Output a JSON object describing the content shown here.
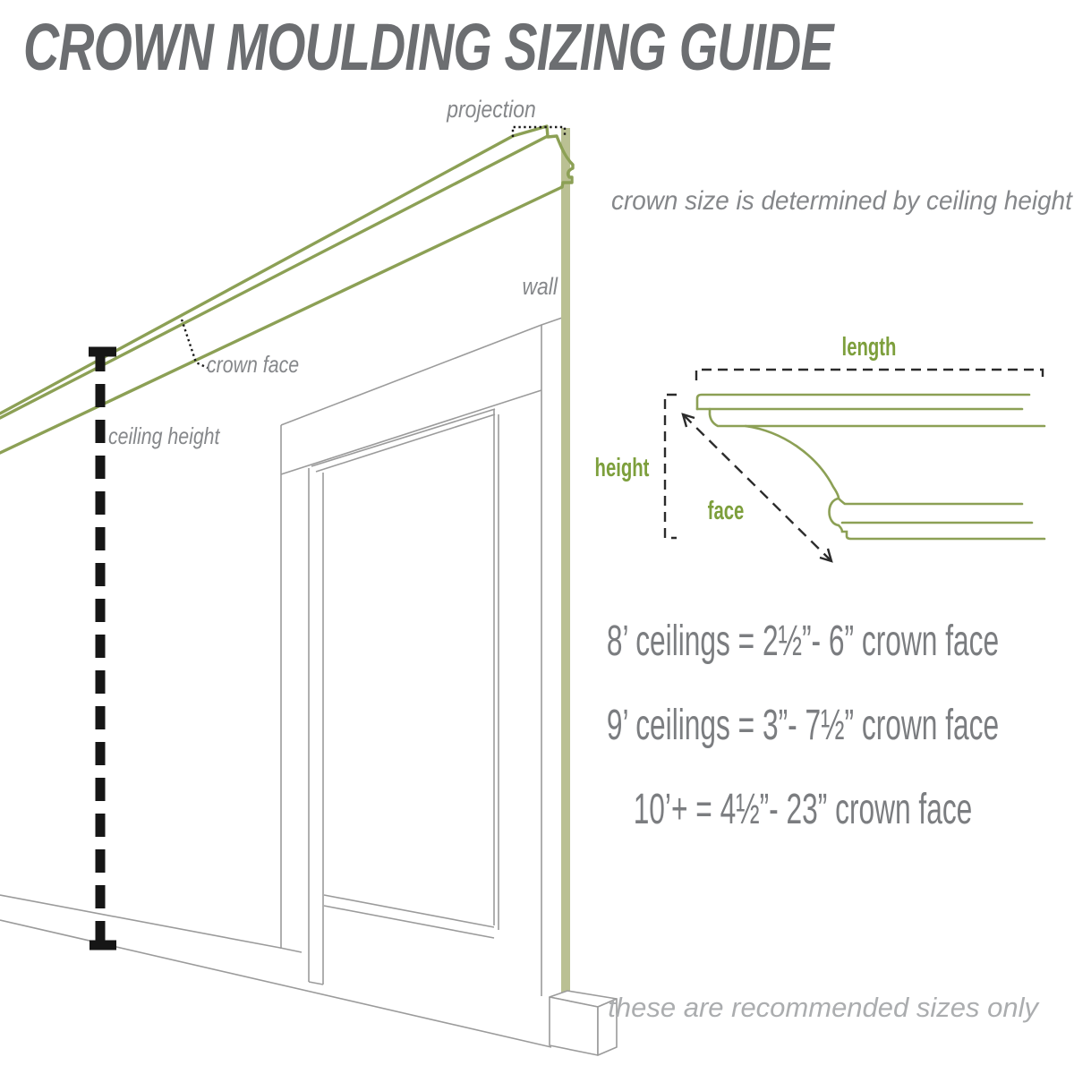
{
  "title": "CROWN MOULDING SIZING GUIDE",
  "annotations": {
    "projection": "projection",
    "wall": "wall",
    "crown_face": "crown face",
    "ceiling_height": "ceiling height",
    "note": "crown size is determined by ceiling height",
    "footer": "these are recommended sizes only"
  },
  "cross_section_labels": {
    "length": "length",
    "height": "height",
    "face": "face"
  },
  "sizing_rules": [
    {
      "ceiling": "8’ ceilings",
      "crown_face_range": "2½”- 6”",
      "text": "8’ ceilings = 2½”- 6” crown face"
    },
    {
      "ceiling": "9’ ceilings",
      "crown_face_range": "3”- 7½”",
      "text": "9’ ceilings = 3”- 7½” crown face"
    },
    {
      "ceiling": "10’+",
      "crown_face_range": "4½”- 23”",
      "text": "10’+ = 4½”- 23” crown face"
    }
  ],
  "colors": {
    "moulding_green": "#8CA055",
    "wall_strip_sage": "#BAC093",
    "label_olive": "#7D9F3C",
    "title_gray": "#6C6E71",
    "annotation_gray": "#85878A",
    "sizing_text_gray": "#7B7D80",
    "footer_gray": "#ABADAF",
    "sketch_gray": "#9B9B9B",
    "marker_black": "#161616"
  }
}
